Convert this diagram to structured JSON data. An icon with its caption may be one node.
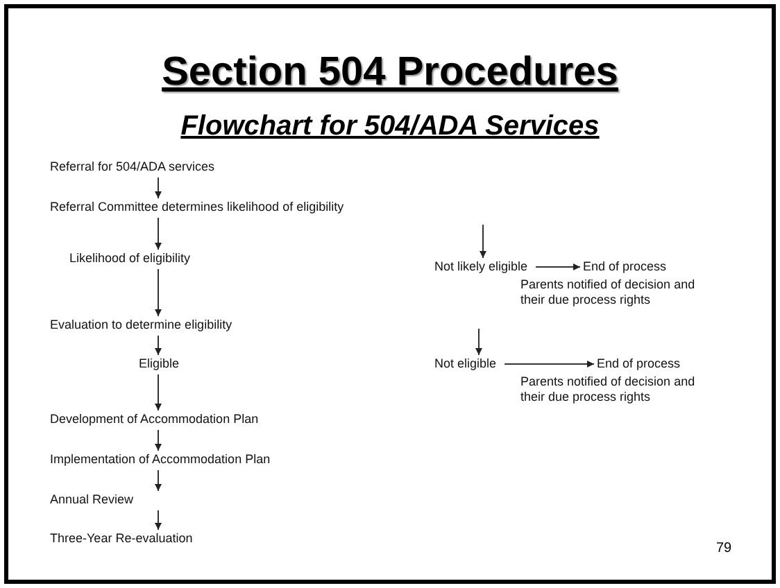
{
  "diagram": {
    "title": "Section 504 Procedures",
    "caption": "Flowchart for 504/ADA Services",
    "nodes": [
      {
        "text": [
          "Referral for 504/ADA services"
        ]
      },
      {
        "text": [
          "Referral Committee determines likelihood of eligibility"
        ]
      },
      {
        "text": [
          "Likelihood of eligibility"
        ]
      },
      {
        "text": [
          "Evaluation to determine eligibility"
        ]
      },
      {
        "text": [
          "Eligible"
        ]
      },
      {
        "text": [
          "Development of Accommodation Plan"
        ]
      },
      {
        "text": [
          "Implementation of Accommodation Plan"
        ]
      },
      {
        "text": [
          "Annual Review"
        ]
      },
      {
        "text": [
          "Three-Year Re-evaluation"
        ]
      },
      {
        "text": [
          "Not likely eligible"
        ]
      },
      {
        "text": [
          "End of process"
        ],
        "beside": [
          "Parents notified of decision and their due process rights"
        ]
      },
      {
        "text": [
          "Not eligible"
        ]
      },
      {
        "text": [
          "End of process"
        ],
        "beside": [
          "Parents notified of decision and their due process rights"
        ]
      }
    ],
    "edges": [
      {
        "from": 0,
        "to": 1,
        "arrow": "to"
      },
      {
        "from": 1,
        "to": 2,
        "arrow": "to"
      },
      {
        "from": 2,
        "to": 3,
        "arrow": "to"
      },
      {
        "from": 3,
        "to": 4,
        "arrow": "to"
      },
      {
        "from": 4,
        "to": 5,
        "arrow": "to"
      },
      {
        "from": 5,
        "to": 6,
        "arrow": "to"
      },
      {
        "from": 6,
        "to": 7,
        "arrow": "to"
      },
      {
        "from": 7,
        "to": 8,
        "arrow": "to"
      },
      {
        "from": null,
        "to": 9,
        "arrow": "to"
      },
      {
        "from": 9,
        "to": 10,
        "arrow": "to"
      },
      {
        "from": null,
        "to": 11,
        "arrow": "to"
      },
      {
        "from": 11,
        "to": 12,
        "arrow": "to"
      }
    ],
    "labels": [
      "79"
    ]
  }
}
